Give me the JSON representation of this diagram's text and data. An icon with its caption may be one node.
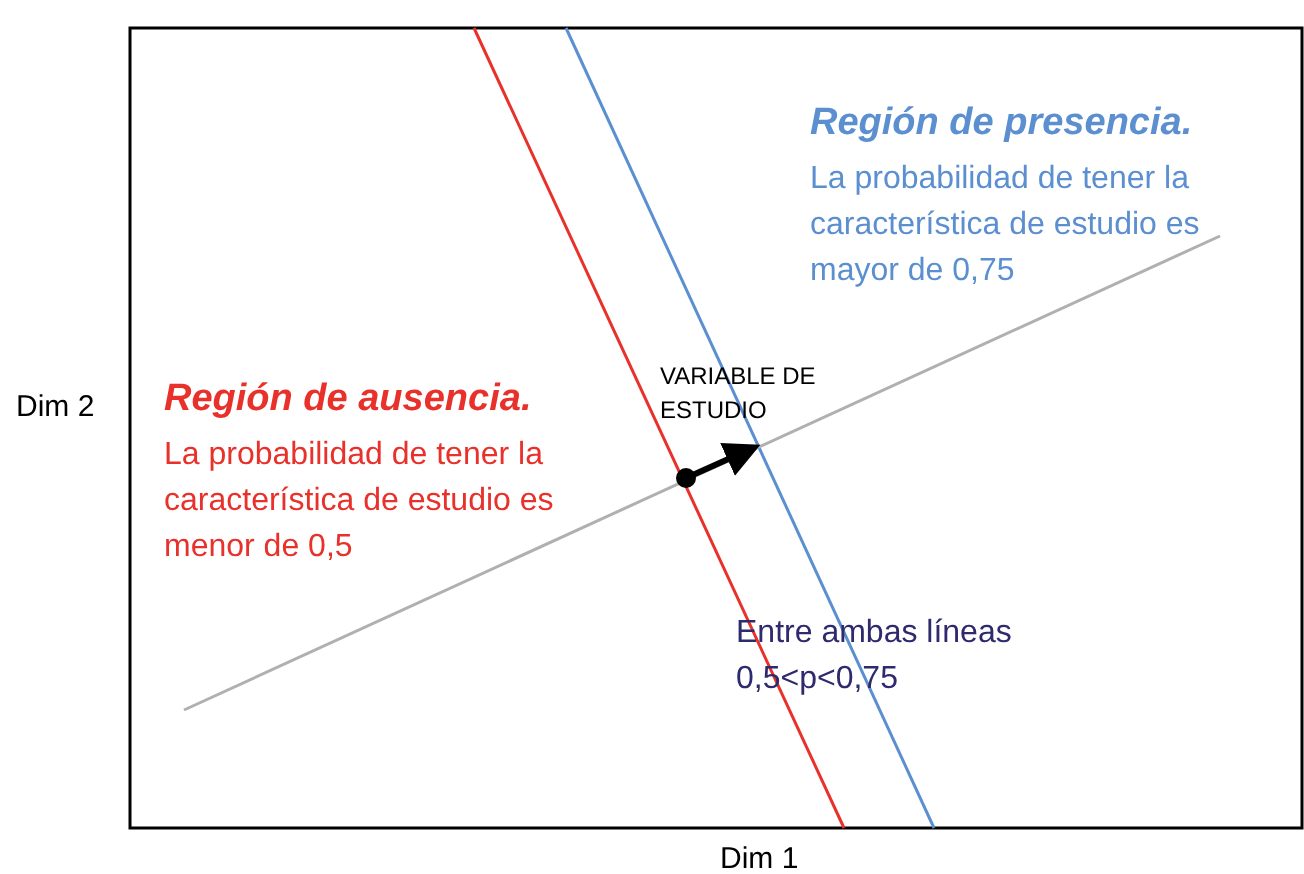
{
  "diagram": {
    "labels": [
      "Región de presencia.",
      "La probabilidad de tener la característica de estudio es mayor de 0,75",
      "Dim 2",
      "Región de ausencia.",
      "VARIABLE DE ESTUDIO",
      "La probabilidad de tener la característica de estudio es menor de 0,5",
      "Entre ambas líneas 0,5<p<0,75",
      "Dim 1"
    ]
  }
}
